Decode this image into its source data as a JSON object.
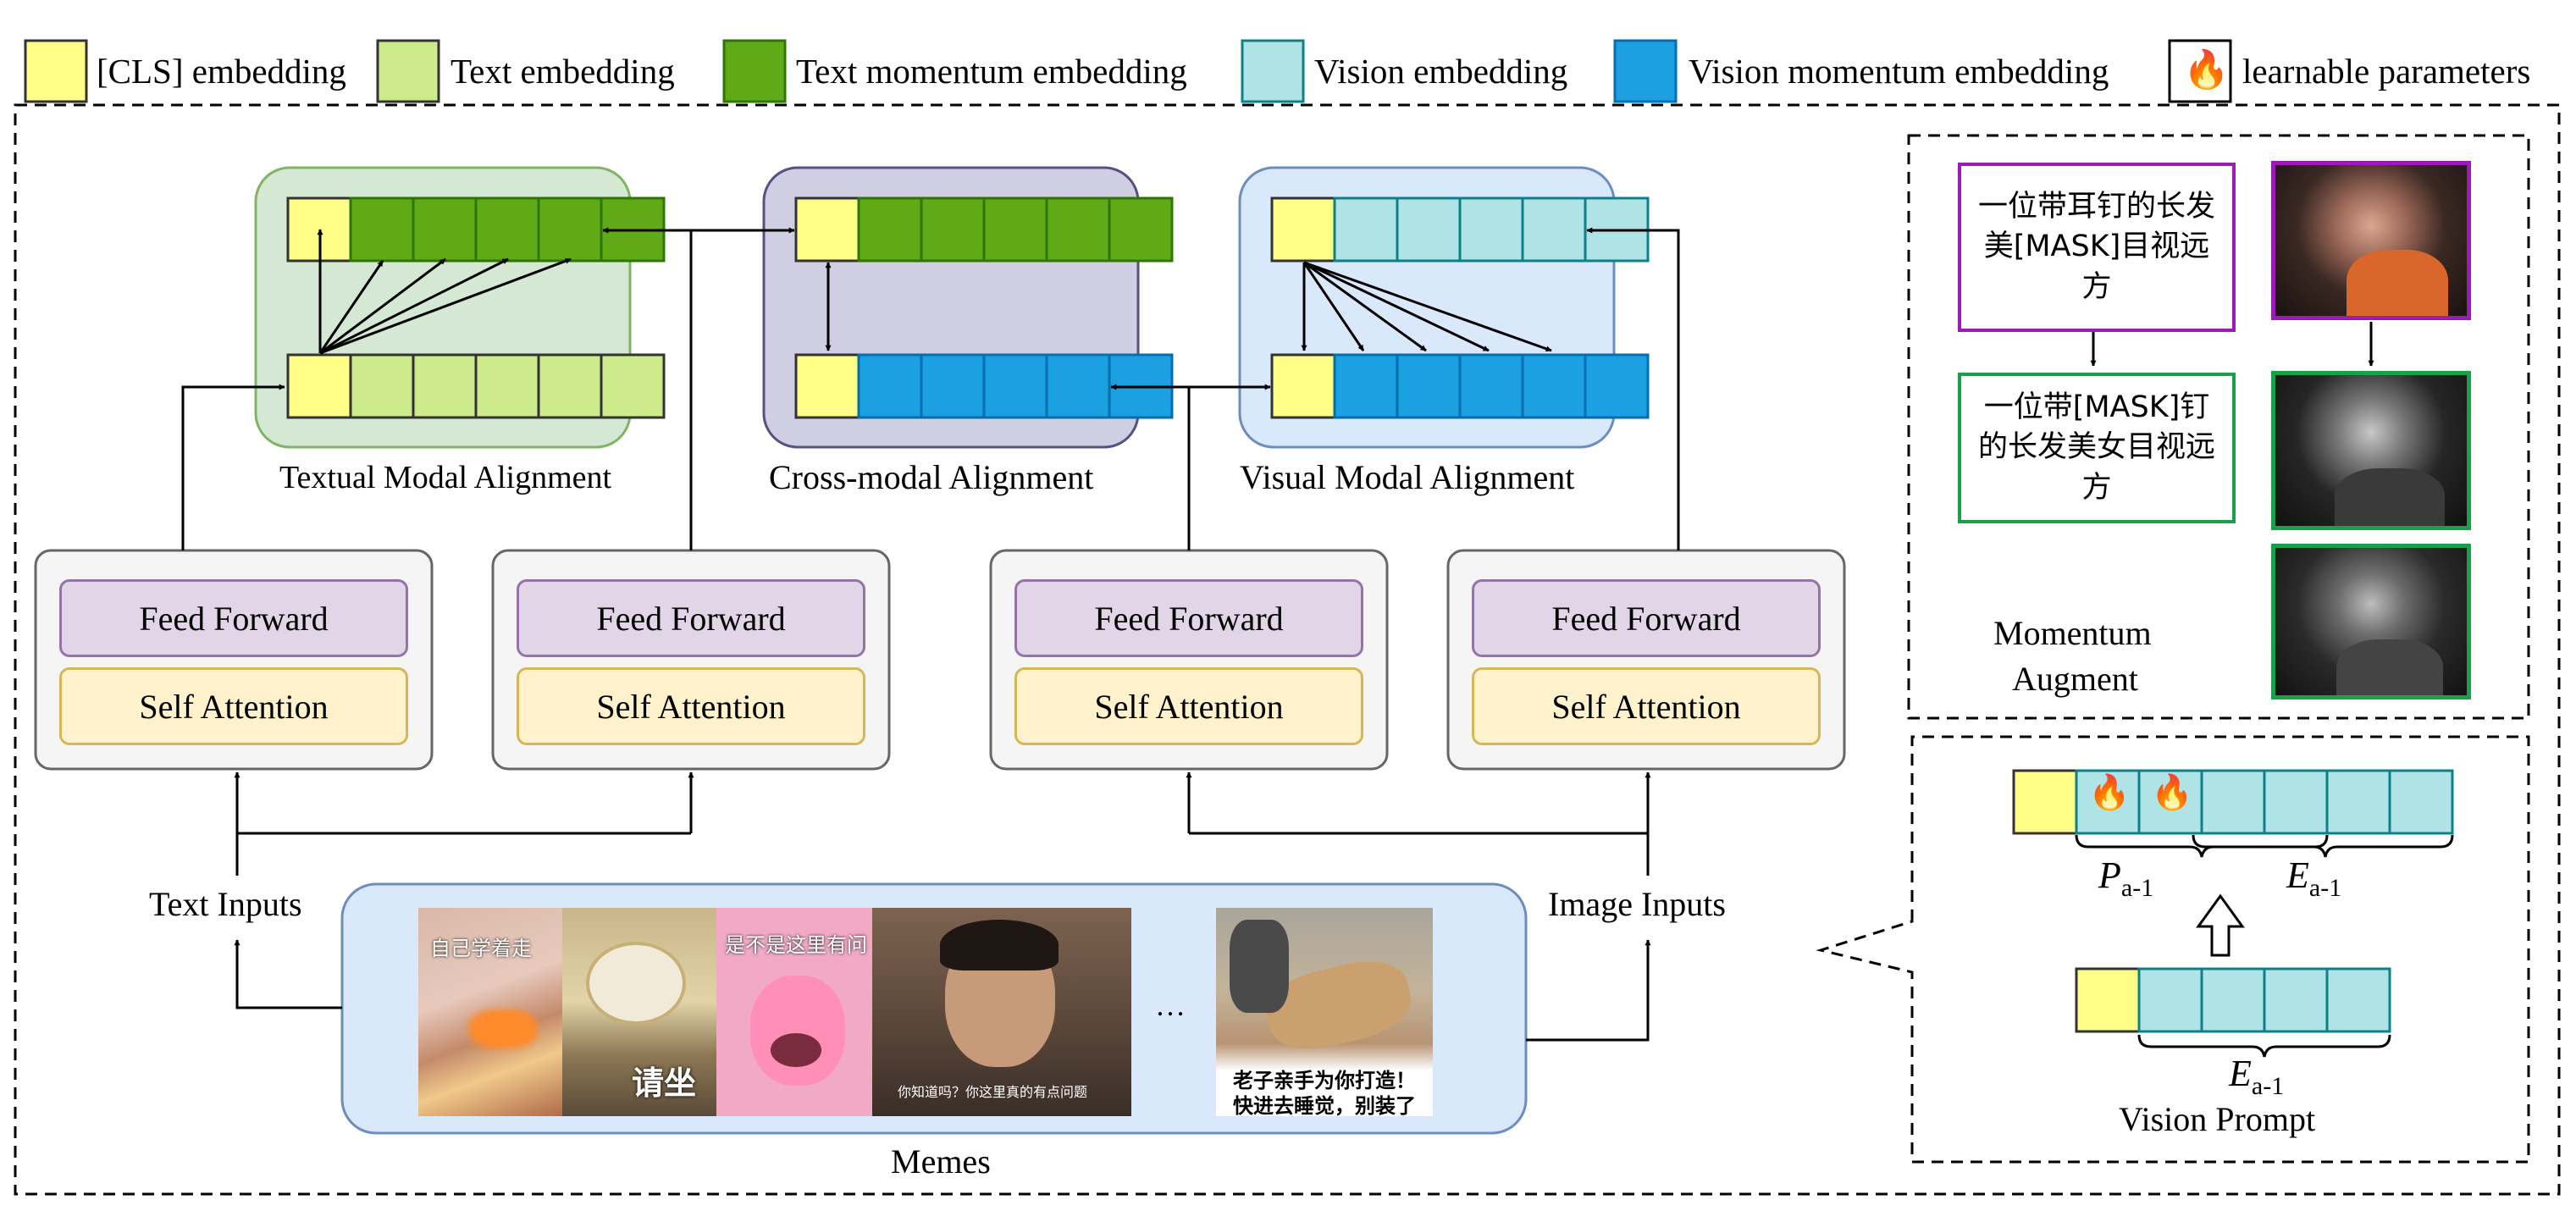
{
  "legend": [
    {
      "key": "cls",
      "label": "[CLS] embedding",
      "color": "#ffff88"
    },
    {
      "key": "text",
      "label": "Text embedding",
      "color": "#cdeb8b"
    },
    {
      "key": "text_momentum",
      "label": "Text momentum embedding",
      "color": "#60a917"
    },
    {
      "key": "vision",
      "label": "Vision embedding",
      "color": "#b0e3e6"
    },
    {
      "key": "vision_momentum",
      "label": "Vision momentum embedding",
      "color": "#1ba1e2"
    },
    {
      "key": "learnable",
      "label": "learnable parameters",
      "icon": "fire-icon"
    }
  ],
  "alignment_labels": {
    "textual": "Textual Modal Alignment",
    "cross": "Cross-modal Alignment",
    "visual": "Visual Modal Alignment"
  },
  "encoder": {
    "feed_forward": "Feed Forward",
    "self_attention": "Self Attention"
  },
  "inputs": {
    "text": "Text Inputs",
    "image": "Image Inputs",
    "memes": "Memes",
    "ellipsis": "…"
  },
  "meme_captions": [
    "自己学着走",
    "请坐",
    "是不是这里有问",
    "你知道吗？你这里真的有点问题",
    "老子亲手为你打造！",
    "快进去睡觉，别装了"
  ],
  "momentum": {
    "original_text": "一位带耳钉的长发美[MASK]目视远方",
    "augmented_text": "一位带[MASK]钉的长发美女目视远方",
    "label_line1": "Momentum",
    "label_line2": "Augment"
  },
  "vision_prompt": {
    "p_sym": "P",
    "e_sym": "E",
    "sub": "a-1",
    "label": "Vision Prompt"
  },
  "colors": {
    "border": "#666666",
    "textual_panel": "#d5e8d4",
    "textual_panel_border": "#82b366",
    "cross_panel": "#d0cee2",
    "cross_panel_border": "#56517e",
    "visual_panel": "#dae8fc",
    "visual_panel_border": "#6c8ebf",
    "encoder_bg": "#f5f5f5",
    "ff": "#e1d5e7",
    "sa": "#fff2cc",
    "purple_box": "#9c1ab5",
    "green_box": "#1aa04a"
  }
}
